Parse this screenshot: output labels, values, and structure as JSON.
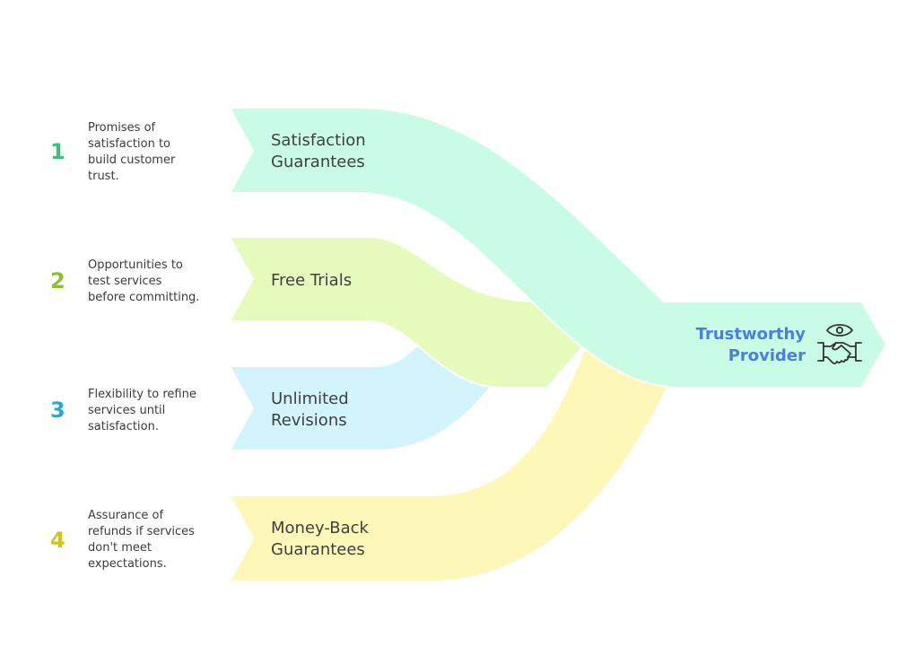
{
  "colors": {
    "flow1": "#c8fce4",
    "flow2": "#e4fbbc",
    "flow3": "#d2f4fc",
    "flow4": "#fdf7b8",
    "target": "#c8fce4",
    "num1": "#3dbf7c",
    "num2": "#8bbf2e",
    "num3": "#2aa5d6",
    "num4": "#d4c41a",
    "target_text": "#4a7fe0",
    "text": "#3c3c3c"
  },
  "items": [
    {
      "number": "1",
      "label": "Satisfaction\nGuarantees",
      "description": "Promises of\nsatisfaction to\nbuild customer\ntrust."
    },
    {
      "number": "2",
      "label": "Free Trials",
      "description": "Opportunities to\ntest services\nbefore committing."
    },
    {
      "number": "3",
      "label": "Unlimited\nRevisions",
      "description": "Flexibility to refine\nservices until\nsatisfaction."
    },
    {
      "number": "4",
      "label": "Money-Back\nGuarantees",
      "description": "Assurance of\nrefunds if services\ndon't meet\nexpectations."
    }
  ],
  "target": {
    "label": "Trustworthy\nProvider",
    "icon": "handshake-eye-icon"
  }
}
